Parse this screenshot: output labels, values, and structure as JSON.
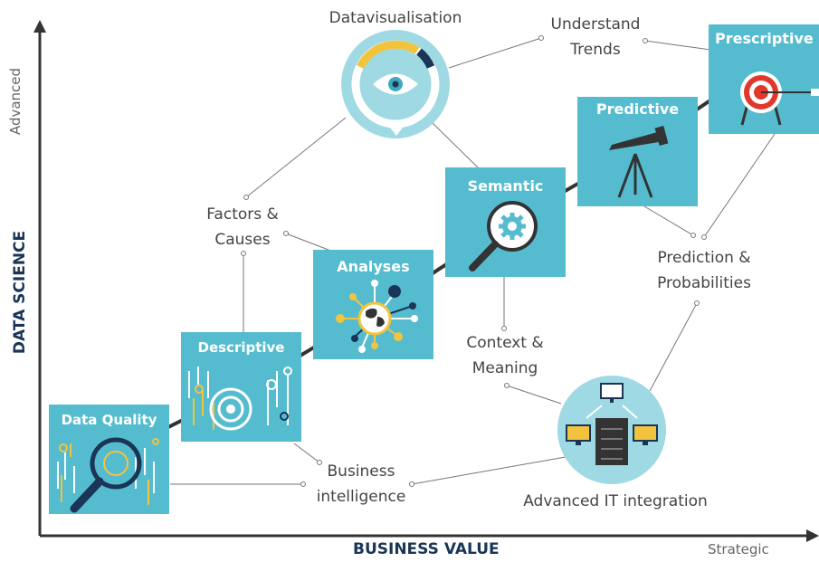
{
  "axes": {
    "y_title": "DATA SCIENCE",
    "x_title": "BUSINESS VALUE",
    "y_end_label": "Advanced",
    "x_end_label": "Strategic"
  },
  "stages": [
    {
      "id": "data-quality",
      "label": "Data Quality",
      "icon": "magnifier-data-icon"
    },
    {
      "id": "descriptive",
      "label": "Descriptive",
      "icon": "bar-signal-icon"
    },
    {
      "id": "analyses",
      "label": "Analyses",
      "icon": "globe-network-icon"
    },
    {
      "id": "semantic",
      "label": "Semantic",
      "icon": "gear-magnifier-icon"
    },
    {
      "id": "predictive",
      "label": "Predictive",
      "icon": "telescope-icon"
    },
    {
      "id": "prescriptive",
      "label": "Prescriptive",
      "icon": "target-arrow-icon"
    }
  ],
  "circles": [
    {
      "id": "datavisualisation",
      "label": "Datavisualisation",
      "icon": "eye-chart-icon"
    },
    {
      "id": "advanced-it",
      "label": "Advanced IT integration",
      "icon": "server-network-icon"
    }
  ],
  "callouts": {
    "understand_trends": [
      "Understand",
      "Trends"
    ],
    "factors_causes": [
      "Factors &",
      "Causes"
    ],
    "prediction": [
      "Prediction &",
      "Probabilities"
    ],
    "context": [
      "Context &",
      "Meaning"
    ],
    "business": [
      "Business",
      "intelligence"
    ]
  },
  "colors": {
    "tile": "#55BCCF",
    "tile_dark": "#3FA9BD",
    "circle": "#9ED9E4",
    "navy": "#1A3556",
    "yellow": "#F2C43D",
    "red": "#E0392B",
    "connector": "#777777"
  }
}
